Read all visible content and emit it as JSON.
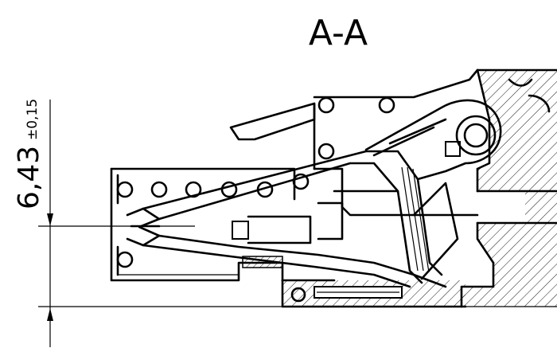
{
  "section_title": "A-A",
  "dimension": {
    "value": "6,43",
    "tolerance": "±0,15"
  }
}
